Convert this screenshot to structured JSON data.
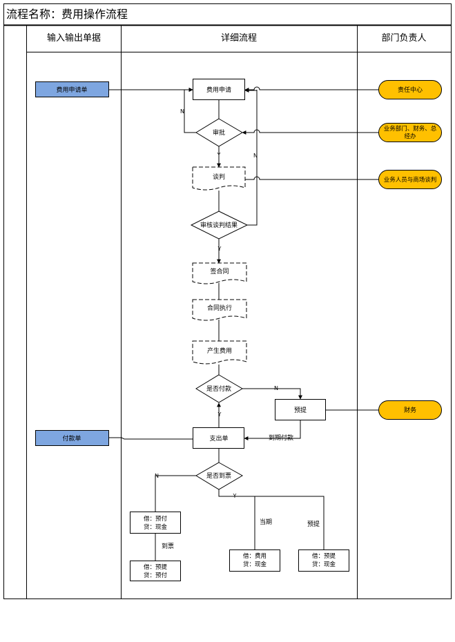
{
  "title": "流程名称：费用操作流程",
  "columns": {
    "io": "输入输出单据",
    "detail": "详细流程",
    "dept": "部门负责人"
  },
  "docs": {
    "fee_request_form": "费用申请单",
    "payment_form": "付款单"
  },
  "process": {
    "fee_request": "费用申请",
    "approve": "审批",
    "negotiate": "谈判",
    "review_result": "审核谈判结果",
    "sign_contract": "签合同",
    "execute_contract": "合同执行",
    "incur_cost": "产生费用",
    "pay_or_not": "是否付款",
    "accrue": "预提",
    "expense_voucher": "支出单",
    "invoice_arrived": "是否到票"
  },
  "roles": {
    "cost_center": "责任中心",
    "approvers": "业务部门、财务、总经办",
    "negotiators": "业务人员与商场谈判",
    "finance": "财务"
  },
  "entries": {
    "prepay_debit": "借：预付",
    "prepay_credit": "贷：现金",
    "arrival_debit": "借：预提",
    "arrival_credit": "贷：预付",
    "current_debit": "借：费用",
    "current_credit": "贷：现金",
    "accrue_debit": "借：预提",
    "accrue_credit": "贷：现金"
  },
  "labels": {
    "n": "N",
    "y": "Y",
    "due_payment": "到期付款",
    "invoice_received": "到票",
    "current_period": "当期",
    "accrued": "预提"
  },
  "colors": {
    "doc_fill": "#7ea6e0",
    "role_fill": "#ffc000",
    "line": "#000000"
  }
}
